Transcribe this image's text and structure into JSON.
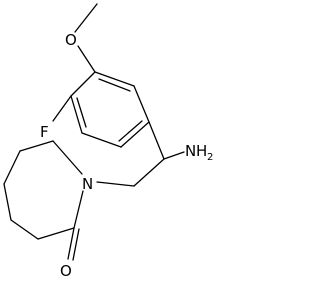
{
  "molecule": {
    "atom_labels": {
      "oxygen_methoxy": "O",
      "fluorine": "F",
      "amine_n": "N",
      "amine_h": "H",
      "amine_subscript": "2",
      "lactam_n": "N",
      "carbonyl_o": "O"
    }
  }
}
